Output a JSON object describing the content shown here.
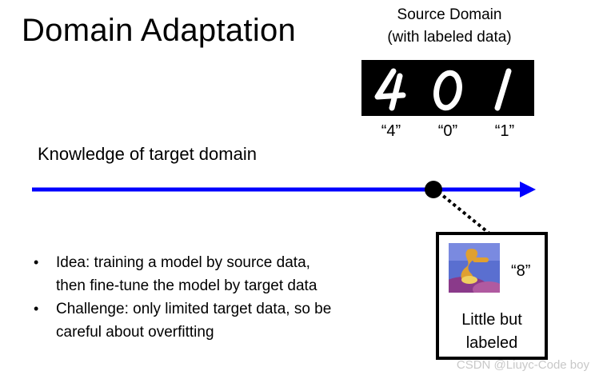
{
  "title": "Domain Adaptation",
  "source": {
    "caption_line1": "Source Domain",
    "caption_line2": "(with labeled data)",
    "digit_labels": [
      "“4”",
      "“0”",
      "“1”"
    ]
  },
  "axis": {
    "label": "Knowledge of target domain",
    "color": "#0000ff"
  },
  "bullets": [
    {
      "line1": "Idea: training a model by source data,",
      "line2": "then fine-tune the model by target data"
    },
    {
      "line1": "Challenge: only limited target data, so be",
      "line2": "careful about overfitting"
    }
  ],
  "target": {
    "label": "“8”",
    "caption_line1": "Little but",
    "caption_line2": "labeled"
  },
  "watermark": "CSDN @Liuyc-Code boy",
  "icons": {
    "bullet": "•",
    "thumbnail": "mnist-m-digit-8-image"
  }
}
